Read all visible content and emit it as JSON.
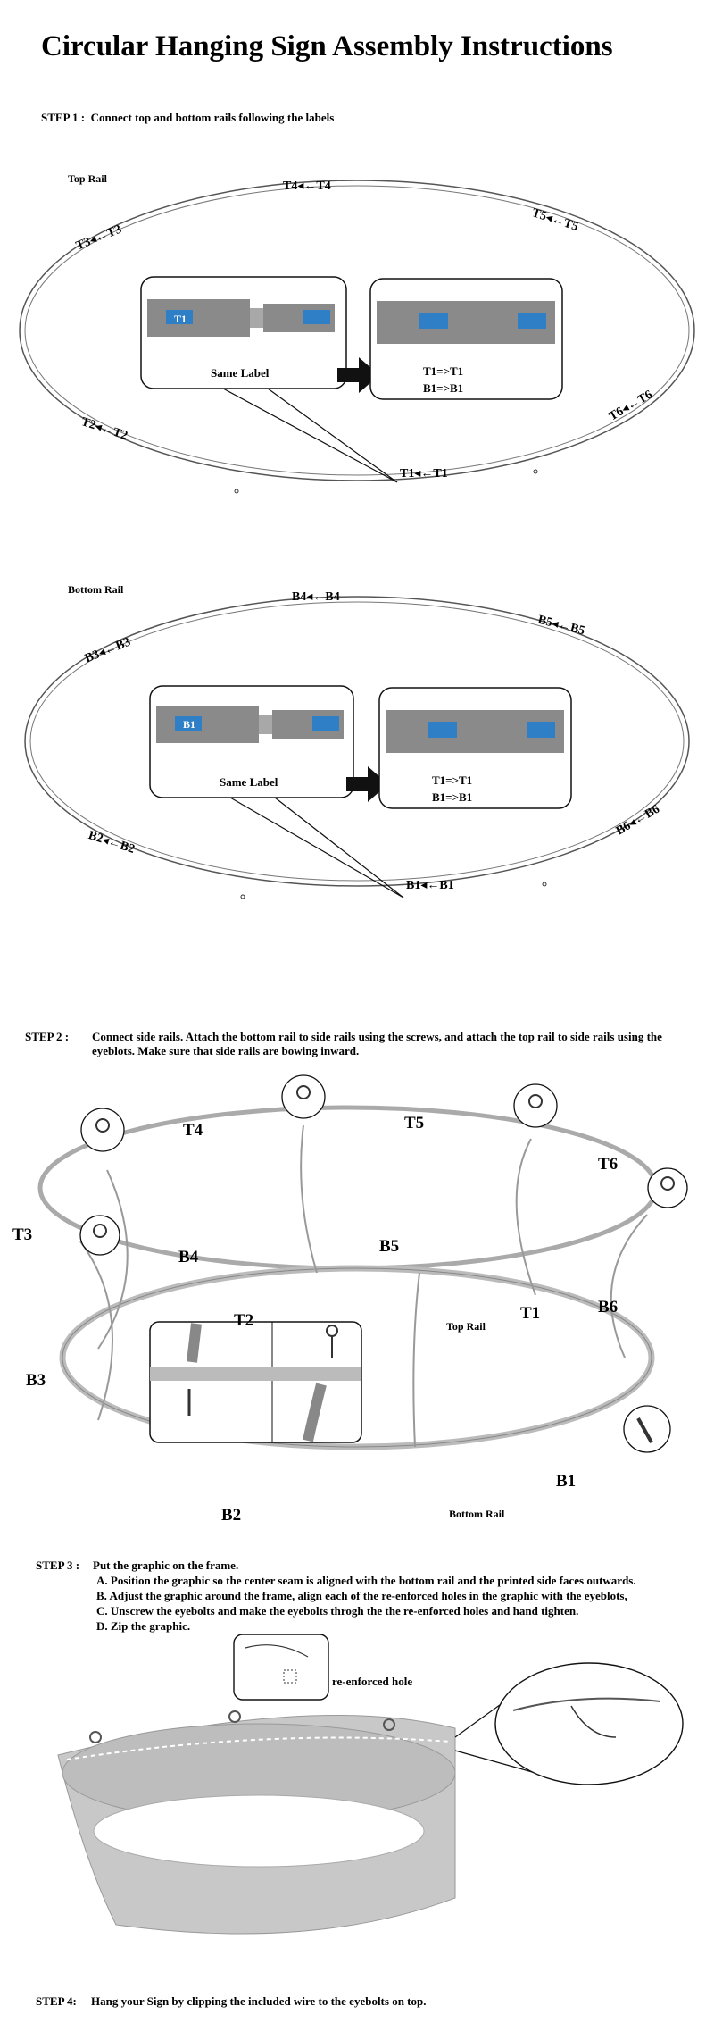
{
  "title": "Circular Hanging Sign Assembly Instructions",
  "step1": {
    "label": "STEP 1 :",
    "text": "Connect top and bottom rails following the labels",
    "top": {
      "heading": "Top Rail",
      "pairs": [
        "T4◂←T4",
        "T5◂←T5",
        "T3◂←T3",
        "T2◂←T2",
        "T6◂←T6",
        "T1◂←T1"
      ],
      "tube_tag": "T1",
      "same_label": "Same Label",
      "map": [
        "T1=>T1",
        "B1=>B1"
      ]
    },
    "bottom": {
      "heading": "Bottom Rail",
      "pairs": [
        "B4◂←B4",
        "B5◂←B5",
        "B3◂←B3",
        "B2◂←B2",
        "B6◂←B6",
        "B1◂←B1"
      ],
      "tube_tag": "B1",
      "same_label": "Same Label",
      "map": [
        "T1=>T1",
        "B1=>B1"
      ]
    }
  },
  "step2": {
    "label": "STEP 2 :",
    "text": "Connect side rails. Attach the bottom rail to side rails using the screws, and attach the top rail to side rails using the eyeblots. Make sure that side rails are bowing inward.",
    "labels": {
      "t4": "T4",
      "t5": "T5",
      "t6": "T6",
      "t3": "T3",
      "t2": "T2",
      "t1": "T1",
      "b4": "B4",
      "b5": "B5",
      "b6": "B6",
      "b3": "B3",
      "b2": "B2",
      "b1": "B1",
      "top_rail": "Top Rail",
      "bottom_rail": "Bottom Rail"
    }
  },
  "step3": {
    "label": "STEP 3 :",
    "text": "Put the graphic on the frame.",
    "items": [
      "A. Position the graphic so the center seam is aligned with the bottom rail and the printed side faces outwards.",
      "B. Adjust the graphic around the frame, align each of the re-enforced holes in the graphic with the eyeblots,",
      "C. Unscrew the eyebolts and make the eyebolts throgh the the re-enforced holes and hand tighten.",
      "D. Zip the graphic."
    ],
    "callout": "re-enforced hole"
  },
  "step4": {
    "label": "STEP 4:",
    "text": "Hang your Sign by clipping the included wire to the eyebolts on top."
  },
  "colors": {
    "tag_blue": "#2f7fc6",
    "tube_gray": "#9a9a9a",
    "fabric_gray": "#c8c8c8"
  }
}
